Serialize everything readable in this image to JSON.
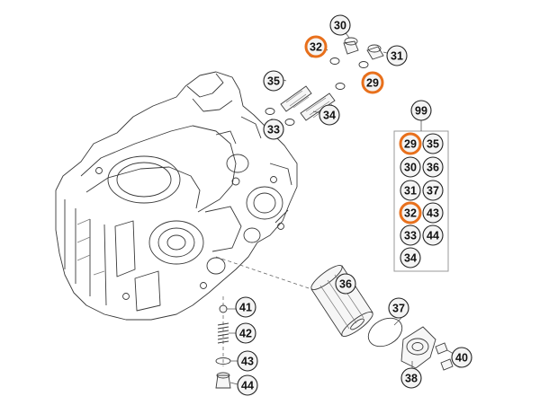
{
  "highlight_color": "#e8701c",
  "callouts": {
    "p30": "30",
    "p32_top": "32",
    "p31": "31",
    "p29_top": "29",
    "p35_top": "35",
    "p34_top": "34",
    "p33_top": "33",
    "p36": "36",
    "p37": "37",
    "p38": "38",
    "p40": "40",
    "p41": "41",
    "p42": "42",
    "p43": "43",
    "p44": "44"
  },
  "kit": {
    "label": "99",
    "left": [
      "29",
      "30",
      "31",
      "32",
      "33",
      "34"
    ],
    "right": [
      "35",
      "36",
      "37",
      "43",
      "44"
    ],
    "highlighted": [
      "29",
      "32"
    ]
  }
}
